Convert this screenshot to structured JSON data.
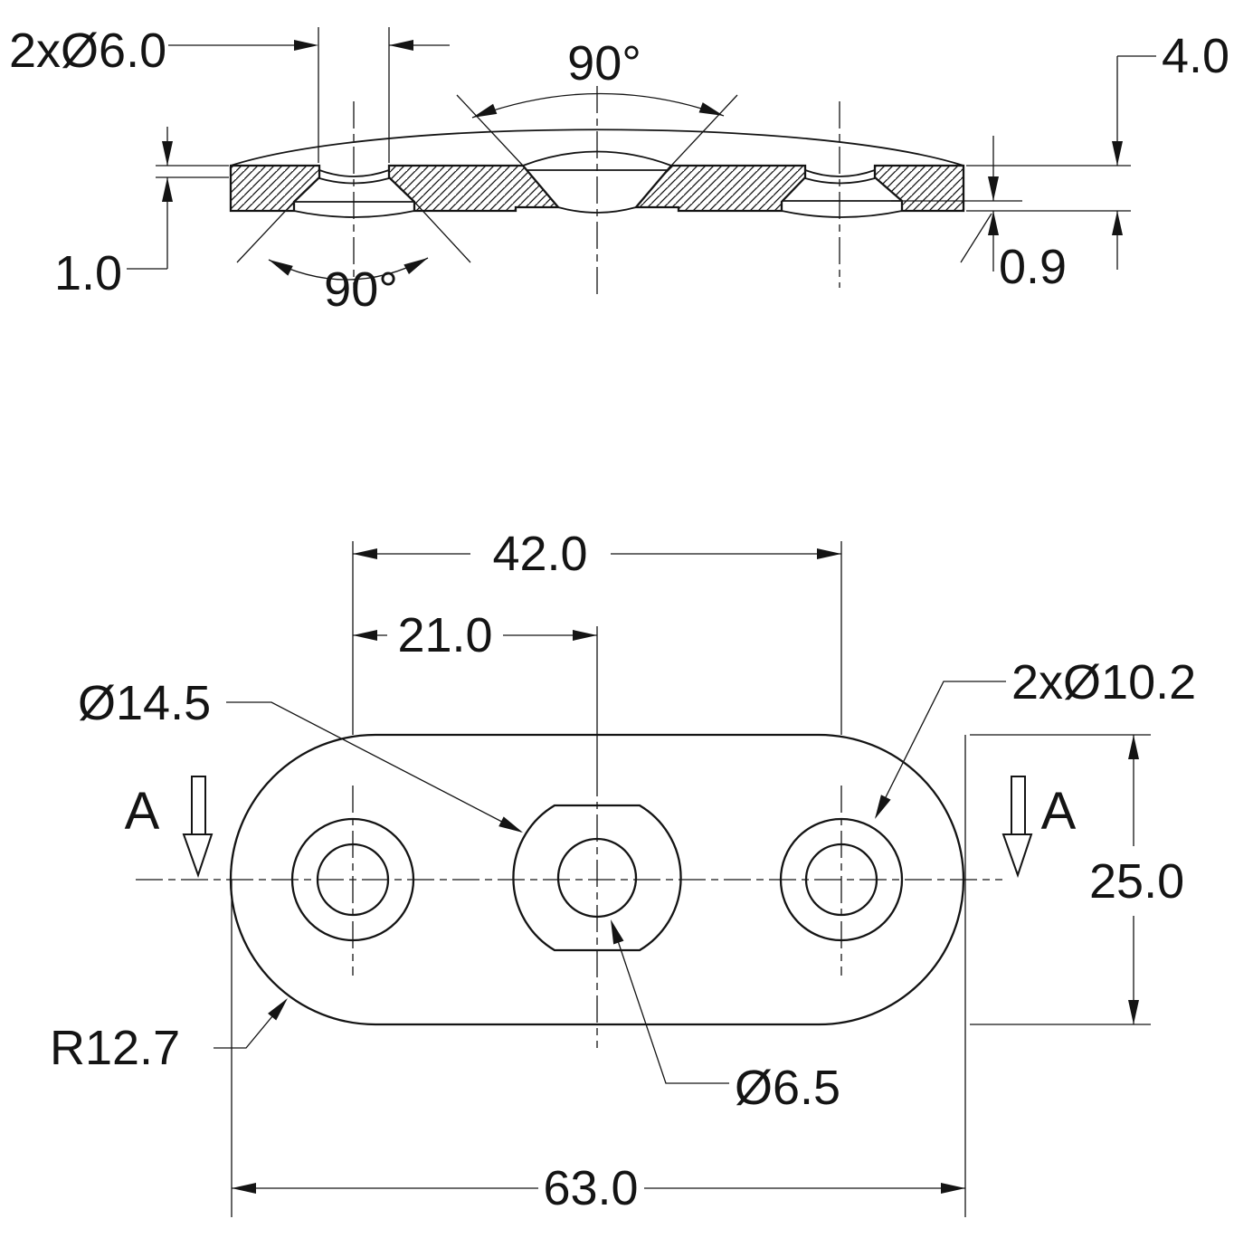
{
  "drawing": {
    "kind": "engineering-drawing",
    "views": [
      "section-view",
      "plan-view"
    ]
  },
  "dims": {
    "csk_holes": "2xØ6.0",
    "csk_angle_top": "90°",
    "thickness": "4.0",
    "bore_depth": "1.0",
    "csk_angle_bottom": "90°",
    "recess_depth": "0.9",
    "outer_hole_spacing": "42.0",
    "mid_hole_spacing": "21.0",
    "boss_diameter": "Ø14.5",
    "recess_diameter": "2xØ10.2",
    "plate_width": "25.0",
    "corner_radius": "R12.7",
    "center_hole_diameter": "Ø6.5",
    "plate_length": "63.0"
  },
  "section_marker": {
    "label": "A"
  },
  "colors": {
    "line": "#141414",
    "background": "#ffffff"
  }
}
